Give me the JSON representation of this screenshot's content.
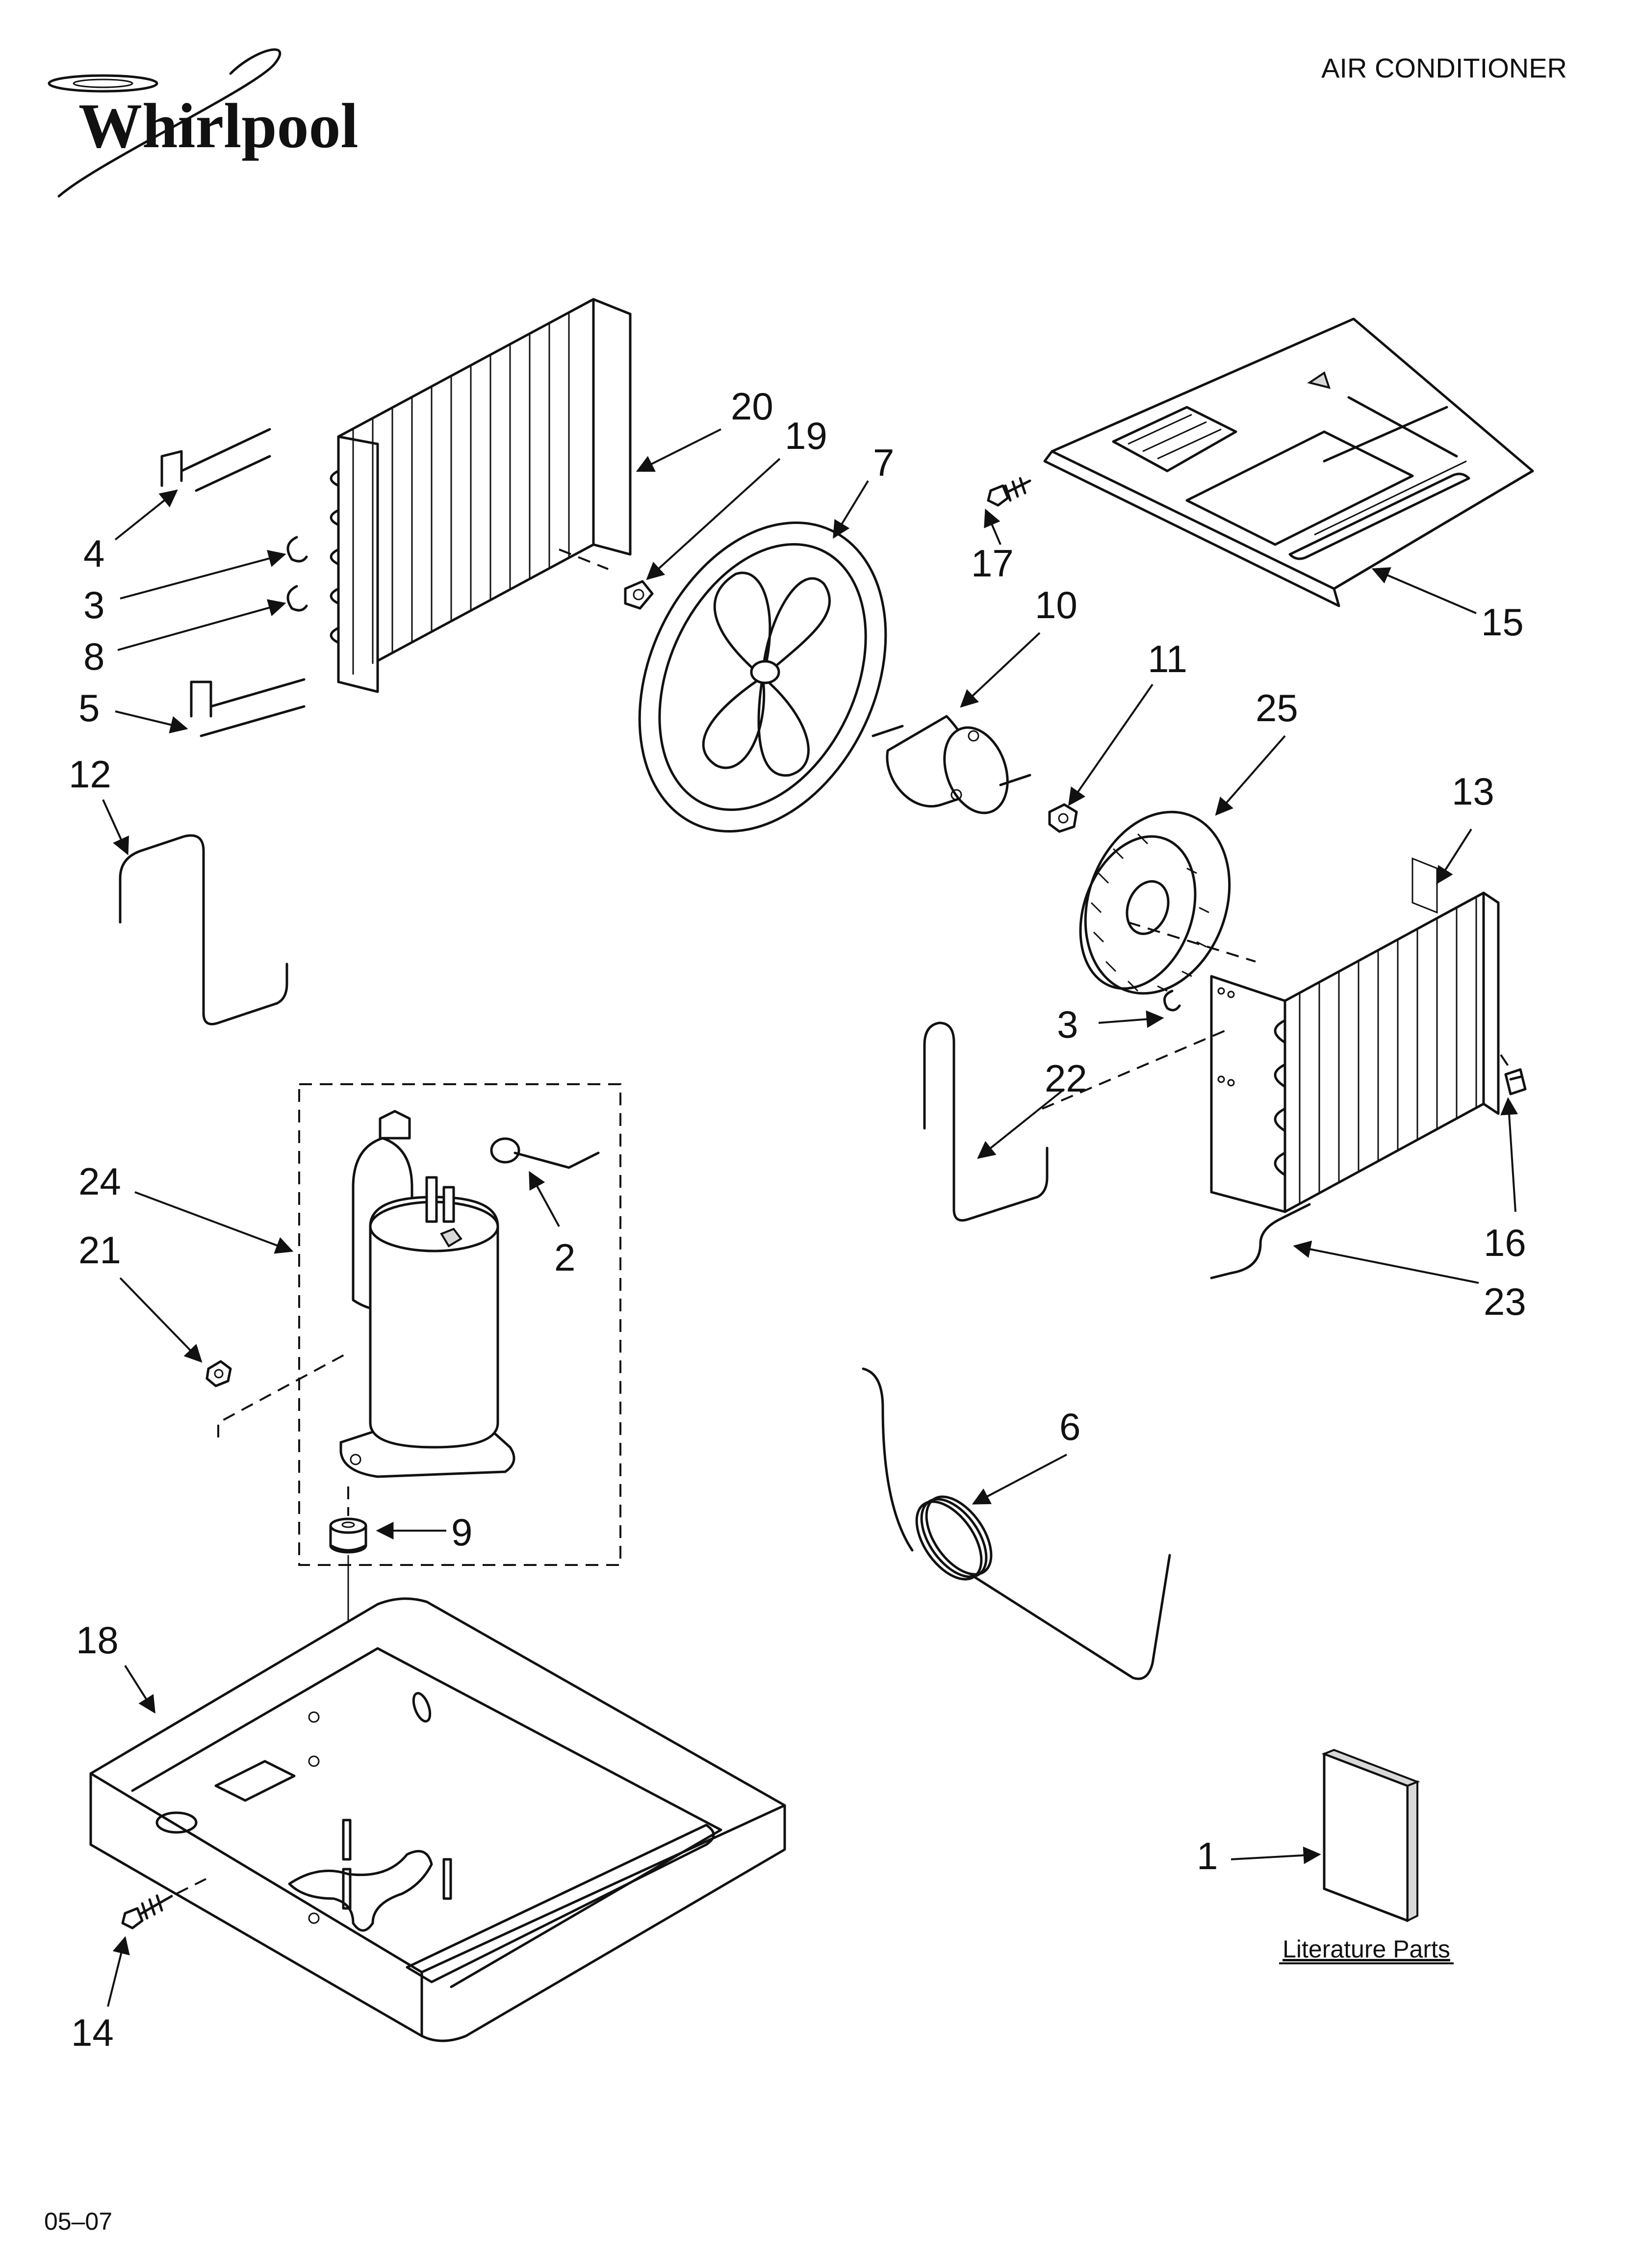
{
  "header": {
    "brand": "Whirlpool",
    "category": "AIR CONDITIONER"
  },
  "footer": {
    "code": "05–07"
  },
  "literature": {
    "label": "Literature Parts"
  },
  "callouts": {
    "c1": "1",
    "c2": "2",
    "c3a": "3",
    "c3b": "3",
    "c4": "4",
    "c5": "5",
    "c6": "6",
    "c7": "7",
    "c8": "8",
    "c9": "9",
    "c10": "10",
    "c11": "11",
    "c12": "12",
    "c13": "13",
    "c14": "14",
    "c15": "15",
    "c16": "16",
    "c17": "17",
    "c18": "18",
    "c19": "19",
    "c20": "20",
    "c21": "21",
    "c22": "22",
    "c23": "23",
    "c24": "24",
    "c25": "25"
  },
  "icons": {
    "logo": "whirlpool-swirl-logo"
  }
}
